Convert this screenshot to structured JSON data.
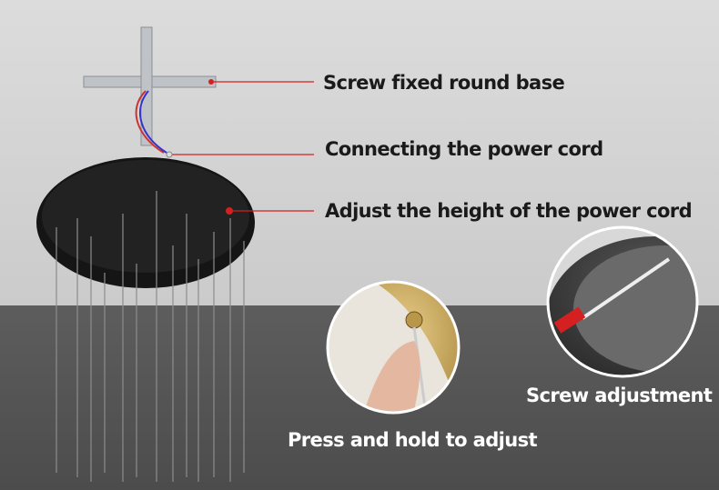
{
  "labels": {
    "base": "Screw fixed round base",
    "cord": "Connecting the power cord",
    "height": "Adjust the height of the power cord",
    "press": "Press and hold to adjust",
    "screw": "Screw adjustment"
  },
  "colors": {
    "top_bg": "#d3d3d3",
    "bottom_bg": "#565656",
    "accent_line": "#d42020",
    "canopy": "#151515",
    "brass": "#c9a24a"
  }
}
